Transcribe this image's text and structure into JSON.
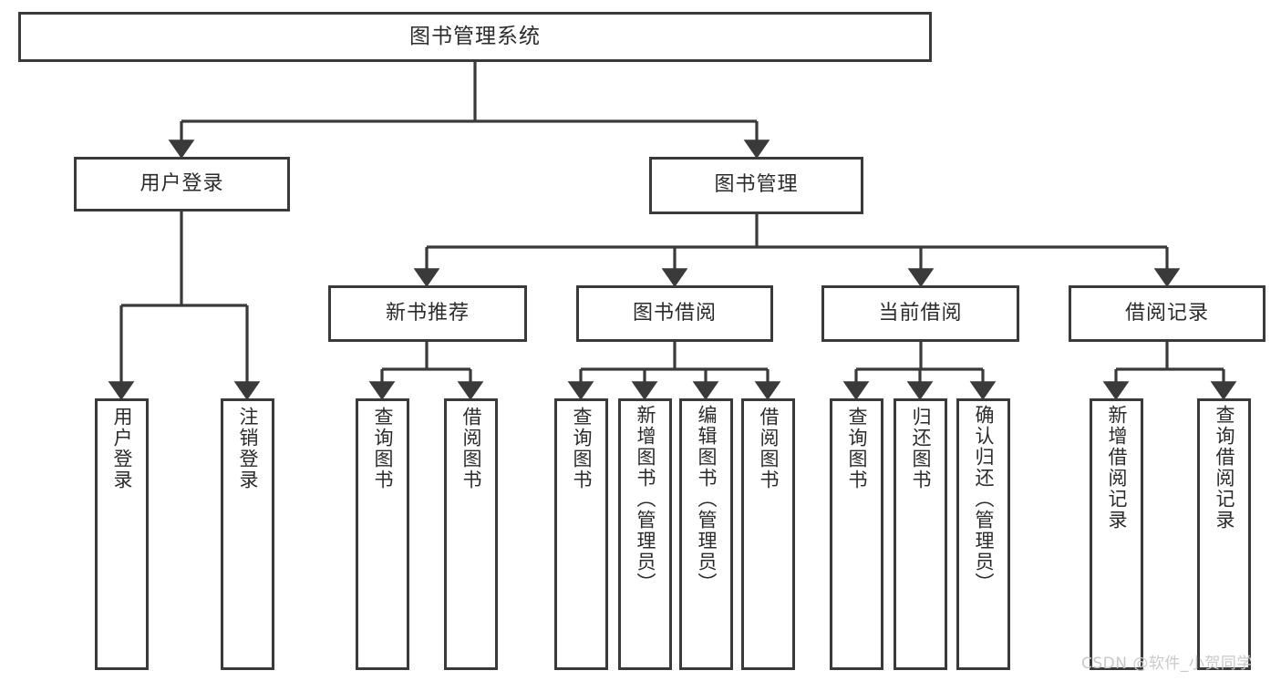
{
  "diagram": {
    "type": "tree-hierarchy",
    "title": "图书管理系统",
    "background_color": "#ffffff",
    "box_border_color": "#3a3a3a",
    "connector_color": "#3a3a3a",
    "text_color": "#2b2b2b",
    "root": {
      "label": "图书管理系统"
    },
    "level2": [
      {
        "label": "用户登录"
      },
      {
        "label": "图书管理"
      }
    ],
    "level3": [
      {
        "label": "新书推荐"
      },
      {
        "label": "图书借阅"
      },
      {
        "label": "当前借阅"
      },
      {
        "label": "借阅记录"
      }
    ],
    "leaves": {
      "user_login": [
        {
          "label": "用户登录"
        },
        {
          "label": "注销登录"
        }
      ],
      "new_book_recommend": [
        {
          "label": "查询图书"
        },
        {
          "label": "借阅图书"
        }
      ],
      "book_borrow": [
        {
          "label": "查询图书"
        },
        {
          "label": "新增图书（管理员）"
        },
        {
          "label": "编辑图书（管理员）"
        },
        {
          "label": "借阅图书"
        }
      ],
      "current_borrow": [
        {
          "label": "查询图书"
        },
        {
          "label": "归还图书"
        },
        {
          "label": "确认归还（管理员）"
        }
      ],
      "borrow_record": [
        {
          "label": "新增借阅记录"
        },
        {
          "label": "查询借阅记录"
        }
      ]
    }
  },
  "watermark": {
    "text": "CSDN @软件_小贺同学",
    "color": "#c9c9c9"
  }
}
